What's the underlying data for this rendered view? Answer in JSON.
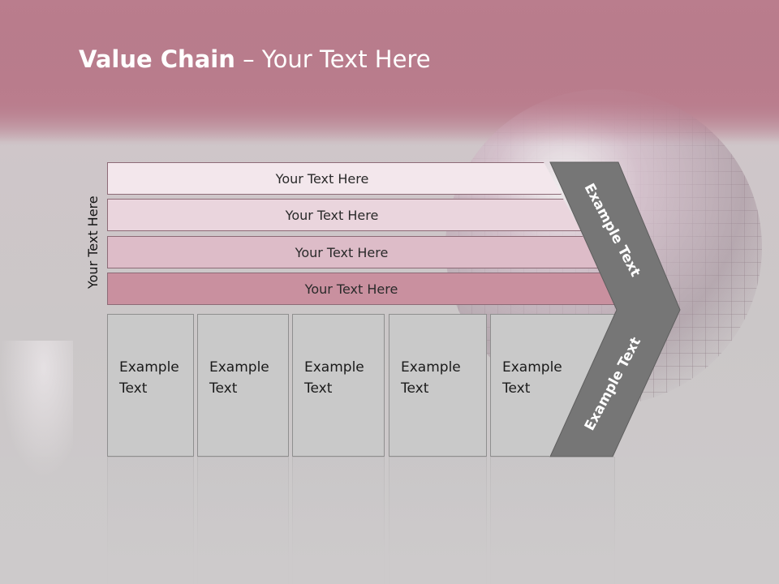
{
  "slide": {
    "title_bold": "Value Chain",
    "title_rest": " – Your Text Here",
    "vertical_label": "Your Text Here",
    "rows": [
      {
        "label": "Your Text Here"
      },
      {
        "label": "Your Text Here"
      },
      {
        "label": "Your Text Here"
      },
      {
        "label": "Your Text Here"
      }
    ],
    "boxes": [
      {
        "line1": "Example",
        "line2": "Text"
      },
      {
        "line1": "Example",
        "line2": "Text"
      },
      {
        "line1": "Example",
        "line2": "Text"
      },
      {
        "line1": "Example",
        "line2": "Text"
      },
      {
        "line1": "Example",
        "line2": "Text"
      }
    ],
    "chevron_top_label": "Example Text",
    "chevron_bottom_label": "Example Text",
    "colors": {
      "title_band": "#b87d8d",
      "chevron": "#767676",
      "row1": "#f3e7ec",
      "row2": "#ead5dd",
      "row3": "#ddbcc8",
      "row4": "#c9909f"
    }
  }
}
